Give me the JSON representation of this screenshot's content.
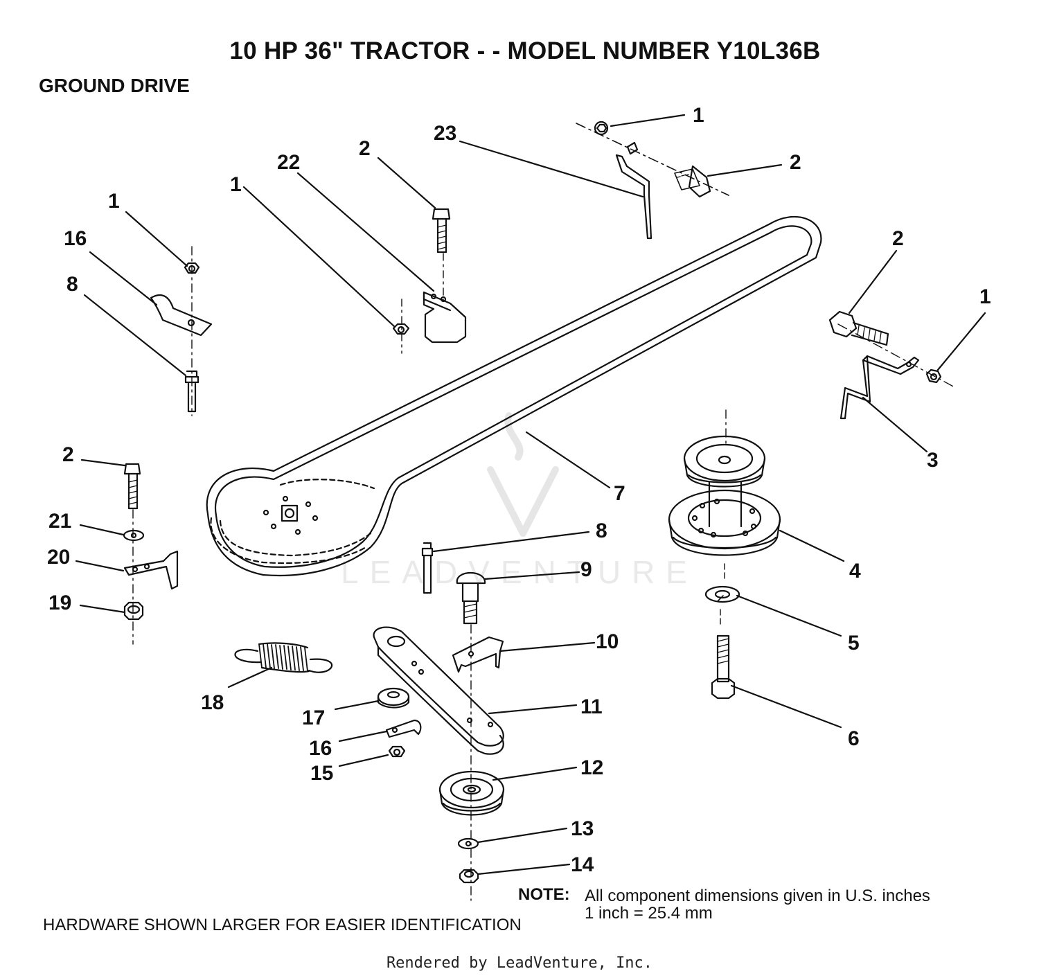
{
  "title": "10 HP 36\" TRACTOR - - MODEL NUMBER Y10L36B",
  "subtitle": "GROUND DRIVE",
  "note": {
    "label": "NOTE:",
    "line1": "All component dimensions given in U.S. inches",
    "line2": "1 inch = 25.4 mm"
  },
  "hardware_note": "HARDWARE SHOWN LARGER FOR EASIER IDENTIFICATION",
  "footer": "Rendered by LeadVenture, Inc.",
  "watermark": "LEADVENTURE",
  "callouts": [
    "1",
    "2",
    "23",
    "22",
    "1",
    "2",
    "1",
    "16",
    "8",
    "2",
    "1",
    "3",
    "7",
    "4",
    "2",
    "21",
    "20",
    "19",
    "8",
    "9",
    "5",
    "10",
    "18",
    "11",
    "6",
    "17",
    "16",
    "15",
    "12",
    "13",
    "14"
  ]
}
